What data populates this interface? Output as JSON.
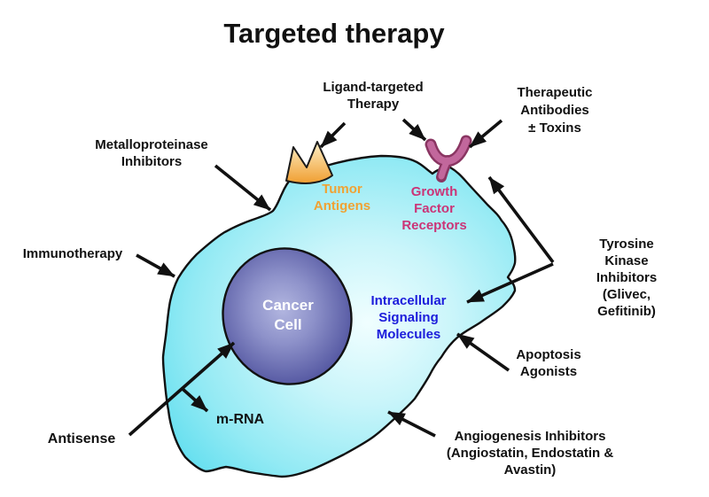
{
  "title": "Targeted therapy",
  "cell": {
    "nucleus_label": "Cancer\nCell",
    "tumor_antigens_label": "Tumor\nAntigens",
    "growth_factor_receptors_label": "Growth\nFactor\nReceptors",
    "intracellular_label": "Intracellular\nSignaling\nMolecules",
    "mrna_label": "m-RNA"
  },
  "therapies": {
    "ligand": "Ligand-targeted\nTherapy",
    "therapeutic_antibodies": "Therapeutic\nAntibodies\n± Toxins",
    "metalloproteinase": "Metalloproteinase\nInhibitors",
    "immunotherapy": "Immunotherapy",
    "tyrosine_kinase": "Tyrosine Kinase\nInhibitors (Glivec,\nGefitinib)",
    "apoptosis": "Apoptosis\nAgonists",
    "angiogenesis": "Angiogenesis Inhibitors\n(Angiostatin, Endostatin &\nAvastin)",
    "antisense": "Antisense"
  },
  "colors": {
    "cell_fill_outer": "#58dcee",
    "cell_fill_inner": "#eefeff",
    "nucleus_outer": "#4b4e9b",
    "nucleus_inner": "#b2b6e0",
    "antigen_top": "#fdf0c8",
    "antigen_bottom": "#f09e30",
    "receptor_fill": "#c2679c",
    "receptor_outline": "#8a3562",
    "tumor_antigens_text": "#f0a233",
    "growth_factor_text": "#cb3477",
    "intracellular_text": "#1c1cdb",
    "arrow": "#111111"
  }
}
